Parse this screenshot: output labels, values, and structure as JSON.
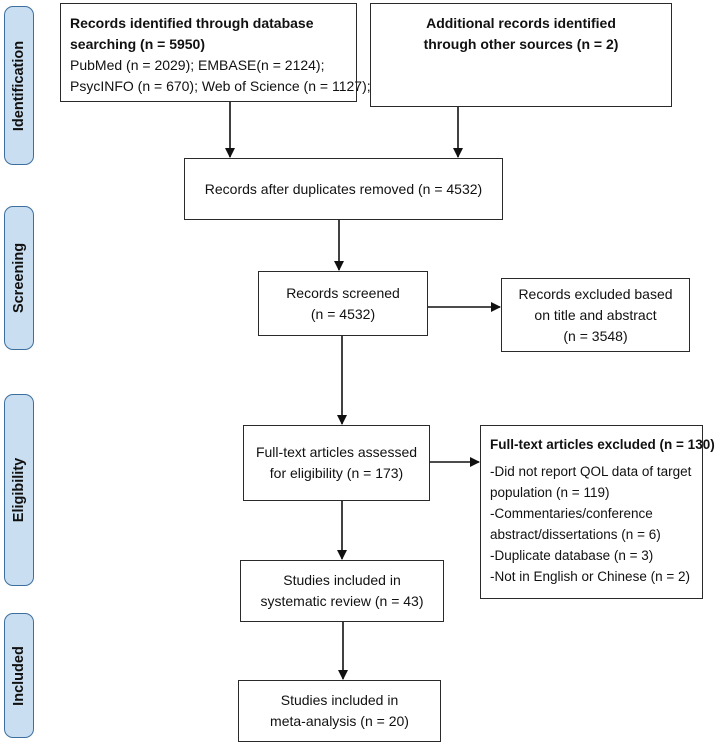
{
  "stages": {
    "identification": "Identification",
    "screening": "Screening",
    "eligibility": "Eligibility",
    "included": "Included"
  },
  "boxes": {
    "database": {
      "line1": "Records identified through database",
      "line2": "searching (n = 5950)",
      "line3": "PubMed (n = 2029); EMBASE(n = 2124);",
      "line4": "PsycINFO (n = 670); Web of Science (n = 1127);"
    },
    "other_sources": {
      "line1": "Additional records identified",
      "line2": "through other sources (n = 2)"
    },
    "duplicates_removed": {
      "line1": "Records after duplicates removed (n = 4532)"
    },
    "screened": {
      "line1": "Records screened",
      "line2": "(n = 4532)"
    },
    "excluded_title_abstract": {
      "line1": "Records excluded based",
      "line2": "on title and abstract",
      "line3": "(n = 3548)"
    },
    "fulltext_assessed": {
      "line1": "Full-text articles assessed",
      "line2": "for eligibility (n = 173)"
    },
    "fulltext_excluded": {
      "title": "Full-text articles excluded (n = 130)",
      "reasons": [
        "-Did not report QOL data of target",
        "population (n = 119)",
        "-Commentaries/conference",
        "abstract/dissertations (n = 6)",
        "-Duplicate database (n = 3)",
        "-Not in English or Chinese (n = 2)"
      ]
    },
    "systematic_review": {
      "line1": "Studies included in",
      "line2": "systematic review (n = 43)"
    },
    "meta_analysis": {
      "line1": "Studies included in",
      "line2": "meta-analysis (n = 20)"
    }
  }
}
